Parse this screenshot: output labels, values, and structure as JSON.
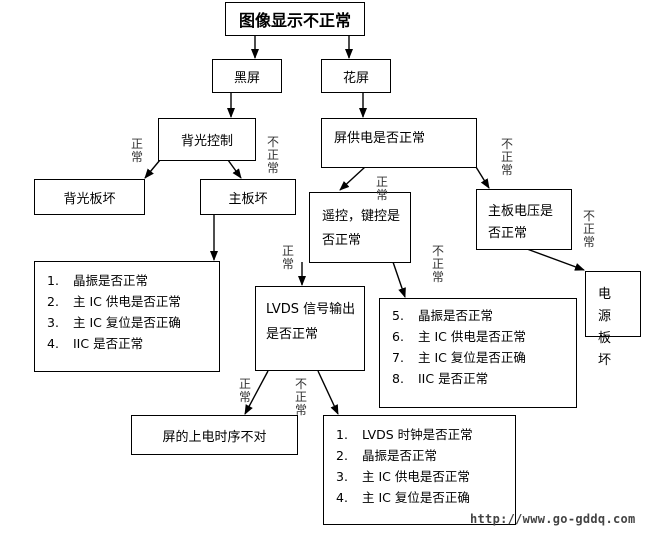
{
  "title": "图像显示不正常",
  "black_screen": "黑屏",
  "flower_screen": "花屏",
  "backlight_control": "背光控制",
  "backlight_board_bad": "背光板坏",
  "main_board_bad": "主板坏",
  "screen_power": "屏供电是否正常",
  "remote_keys": "遥控，键控是否正常",
  "main_board_voltage": "主板电压是否正常",
  "power_board_bad": "电源板坏",
  "lvds_output": "LVDS 信号输出是否正常",
  "screen_power_timing": "屏的上电时序不对",
  "list_left": [
    {
      "num": "1.",
      "text": "晶振是否正常"
    },
    {
      "num": "2.",
      "text": "主 IC 供电是否正常"
    },
    {
      "num": "3.",
      "text": "主 IC 复位是否正确"
    },
    {
      "num": "4.",
      "text": "IIC 是否正常"
    }
  ],
  "list_right": [
    {
      "num": "5.",
      "text": "晶振是否正常"
    },
    {
      "num": "6.",
      "text": "主 IC 供电是否正常"
    },
    {
      "num": "7.",
      "text": "主 IC 复位是否正确"
    },
    {
      "num": "8.",
      "text": "IIC 是否正常"
    }
  ],
  "list_bottom": [
    {
      "num": "1.",
      "text": "LVDS 时钟是否正常"
    },
    {
      "num": "2.",
      "text": "晶振是否正常"
    },
    {
      "num": "3.",
      "text": "主 IC 供电是否正常"
    },
    {
      "num": "4.",
      "text": "主 IC 复位是否正确"
    }
  ],
  "labels": {
    "normal": "正常",
    "abnormal": "不正常"
  },
  "watermark": "http://www.go-gddq.com"
}
